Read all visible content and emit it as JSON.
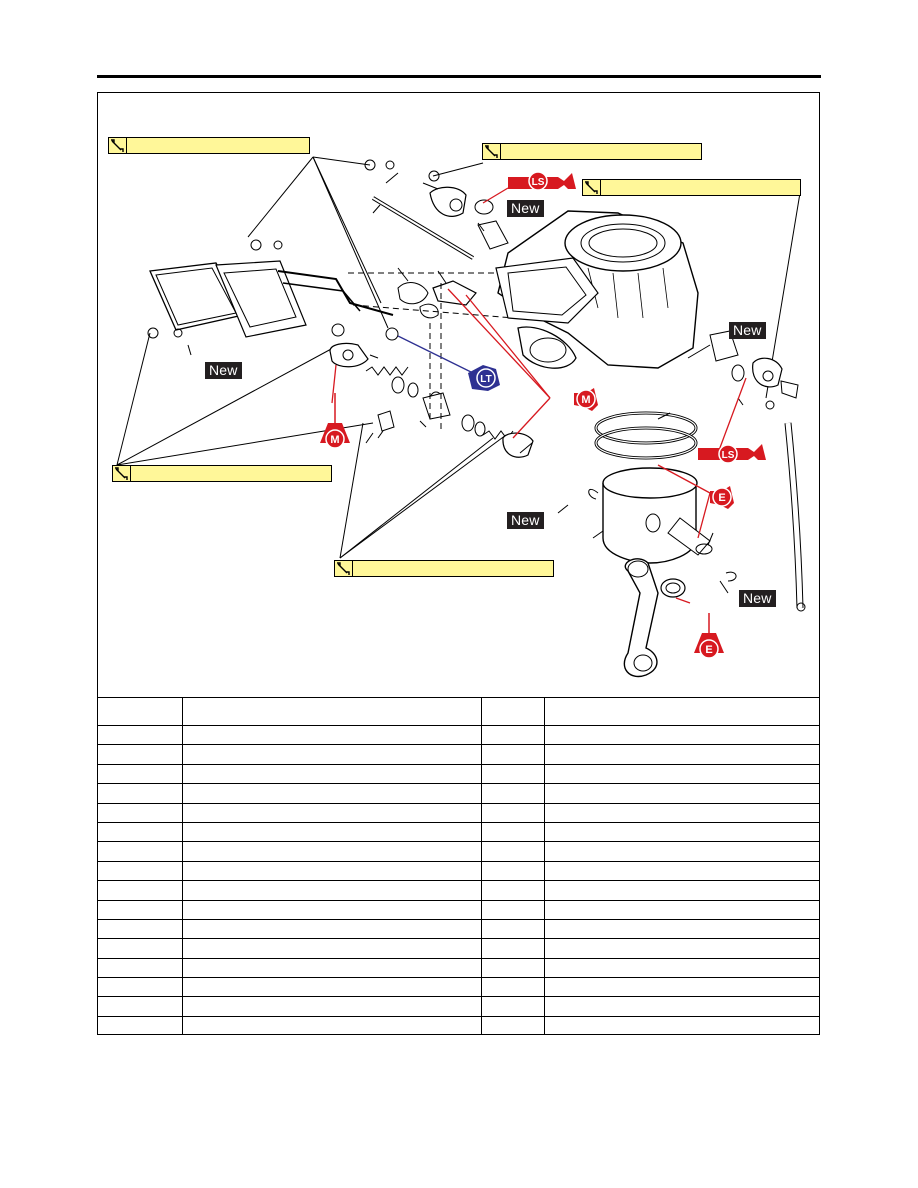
{
  "labels": {
    "new": "New",
    "lubricant_ls": "LS",
    "lubricant_m": "M",
    "lubricant_e": "E",
    "threadlock_lt": "LT"
  },
  "colors": {
    "torque_fill": "#fff799",
    "lubricant_red": "#d71920",
    "threadlock_blue": "#2e3192",
    "new_tag_bg": "#231f20"
  },
  "icons": [
    "wrench-icon",
    "oil-can-icon",
    "grease-gun-icon",
    "threadlock-bottle-icon"
  ],
  "table": {
    "rows": 17,
    "columns": 4
  }
}
